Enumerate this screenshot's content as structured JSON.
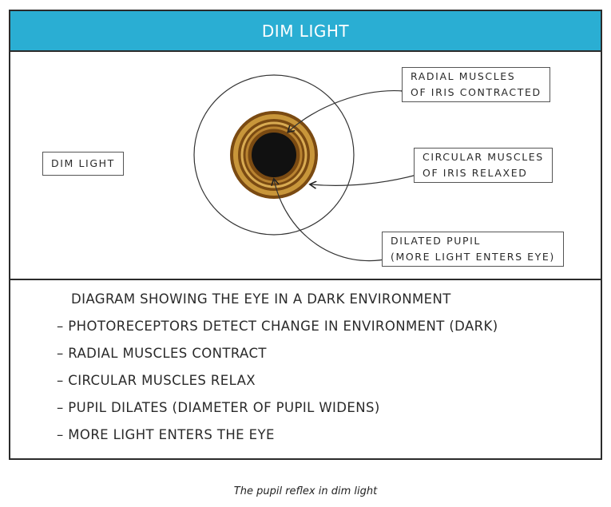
{
  "header": {
    "title": "DIM LIGHT"
  },
  "diagram": {
    "left_label": "DIM LIGHT",
    "callouts": [
      {
        "line1": "RADIAL MUSCLES",
        "line2": "OF IRIS CONTRACTED"
      },
      {
        "line1": "CIRCULAR MUSCLES",
        "line2": "OF IRIS RELAXED"
      },
      {
        "line1": "DILATED PUPIL",
        "line2": "(MORE LIGHT ENTERS EYE)"
      }
    ],
    "colors": {
      "iris_outer": "#7a4a12",
      "iris_inner": "#c8963a",
      "pupil": "#111111",
      "header": "#2aaed3"
    }
  },
  "notes": {
    "title": "DIAGRAM SHOWING THE EYE IN A DARK ENVIRONMENT",
    "items": [
      "– PHOTORECEPTORS DETECT CHANGE IN ENVIRONMENT (DARK)",
      "– RADIAL MUSCLES CONTRACT",
      "– CIRCULAR MUSCLES RELAX",
      "– PUPIL DILATES (DIAMETER OF PUPIL WIDENS)",
      "– MORE LIGHT ENTERS THE EYE"
    ]
  },
  "caption": "The pupil reflex in dim light"
}
